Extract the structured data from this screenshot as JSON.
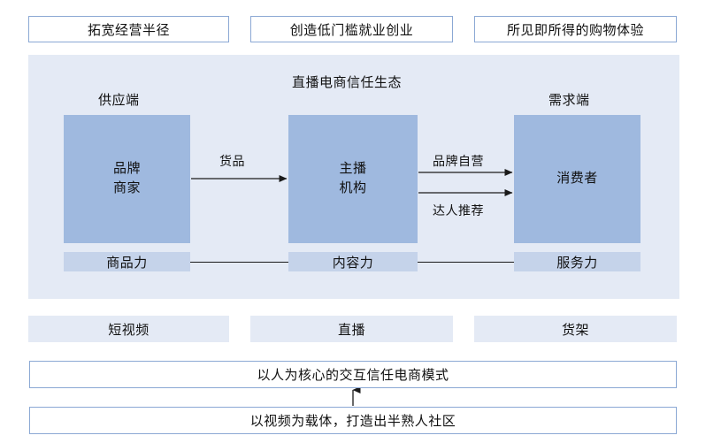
{
  "top_boxes": [
    {
      "label": "拓宽经营半径"
    },
    {
      "label": "创造低门槛就业创业"
    },
    {
      "label": "所见即所得的购物体验"
    }
  ],
  "ecosystem": {
    "title": "直播电商信任生态",
    "supply_label": "供应端",
    "demand_label": "需求端",
    "nodes": [
      {
        "line1": "品牌",
        "line2": "商家"
      },
      {
        "line1": "主播",
        "line2": "机构"
      },
      {
        "line1": "消费者",
        "line2": ""
      }
    ],
    "flows": [
      {
        "label": "货品"
      },
      {
        "label": "品牌自营"
      },
      {
        "label": "达人推荐"
      }
    ],
    "capabilities": [
      {
        "label": "商品力"
      },
      {
        "label": "内容力"
      },
      {
        "label": "服务力"
      }
    ]
  },
  "formats": [
    {
      "label": "短视频"
    },
    {
      "label": "直播"
    },
    {
      "label": "货架"
    }
  ],
  "bottom_boxes": [
    {
      "label": "以人为核心的交互信任电商模式"
    },
    {
      "label": "以视频为载体，打造出半熟人社区"
    }
  ],
  "colors": {
    "panel_bg": "#e4eaf5",
    "node_fill": "#9fb9df",
    "capability_fill": "#c5d3ea",
    "box_border": "#8ba8d4",
    "arrow": "#1a1a1a"
  }
}
